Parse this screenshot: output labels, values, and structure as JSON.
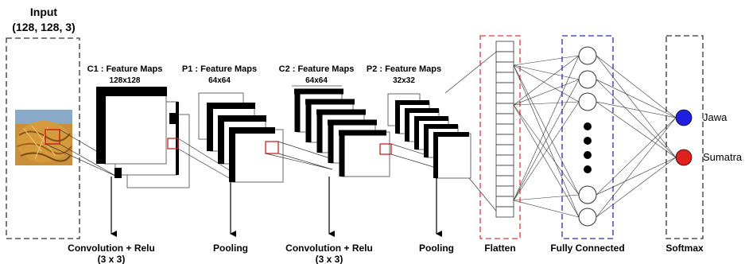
{
  "input": {
    "title": "Input",
    "shape": "(128, 128, 3)"
  },
  "layers": {
    "c1": {
      "title": "C1 : Feature Maps",
      "size": "128x128"
    },
    "p1": {
      "title": "P1 : Feature Maps",
      "size": "64x64"
    },
    "c2": {
      "title": "C2 : Feature Maps",
      "size": "64x64"
    },
    "p2": {
      "title": "P2 : Feature Maps",
      "size": "32x32"
    }
  },
  "captions": {
    "conv1": {
      "line1": "Convolution + Relu",
      "line2": "(3 x 3)"
    },
    "pool1": "Pooling",
    "conv2": {
      "line1": "Convolution + Relu",
      "line2": "(3 x 3)"
    },
    "pool2": "Pooling",
    "flatten": "Flatten",
    "fc": "Fully Connected",
    "softmax": "Softmax"
  },
  "outputs": [
    {
      "label": "Jawa",
      "color": "#1f1fe0"
    },
    {
      "label": "Sumatra",
      "color": "#e01f1f"
    }
  ],
  "colors": {
    "input_box": "#333333",
    "flatten_box": "#e03a3a",
    "fc_box": "#2a2ab8",
    "softmax_box": "#333333",
    "highlight": "#cc2222"
  }
}
